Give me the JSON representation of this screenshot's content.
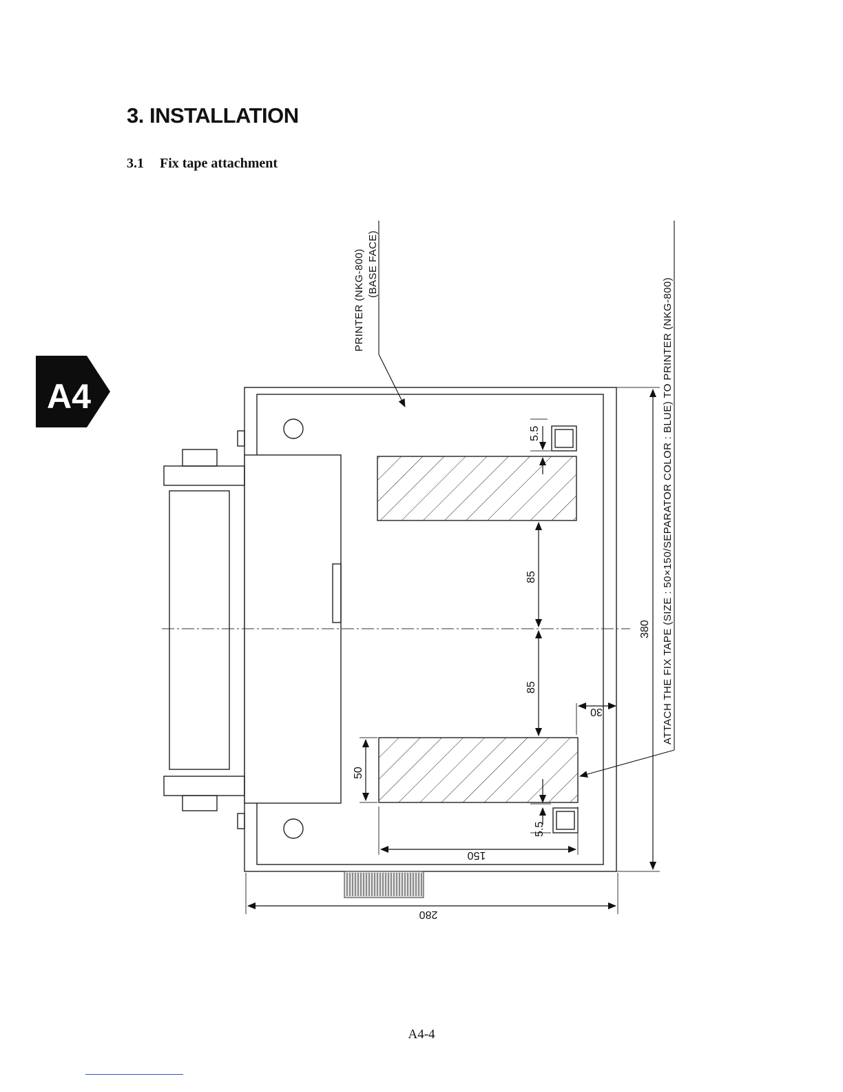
{
  "section": {
    "title": "3.  INSTALLATION"
  },
  "subsection": {
    "number": "3.1",
    "title": "Fix tape attachment"
  },
  "tab": {
    "label": "A4"
  },
  "drawing": {
    "callout_printer_line1": "PRINTER  (NKG-800)",
    "callout_printer_line2": "(BASE  FACE)",
    "callout_tape": "ATTACH  THE  FIX  TAPE  (SIZE : 50×150/SEPARATOR COLOR : BLUE)  TO  PRINTER  (NKG-800)",
    "dimensions": {
      "offset_top": "5.5",
      "offset_bottom": "5.5",
      "spacing_upper": "85",
      "spacing_lower": "85",
      "tape_width": "50",
      "tape_length": "150",
      "edge_margin": "30",
      "overall_length": "380",
      "overall_width": "280"
    }
  },
  "footer": {
    "page_number": "A4-4"
  }
}
